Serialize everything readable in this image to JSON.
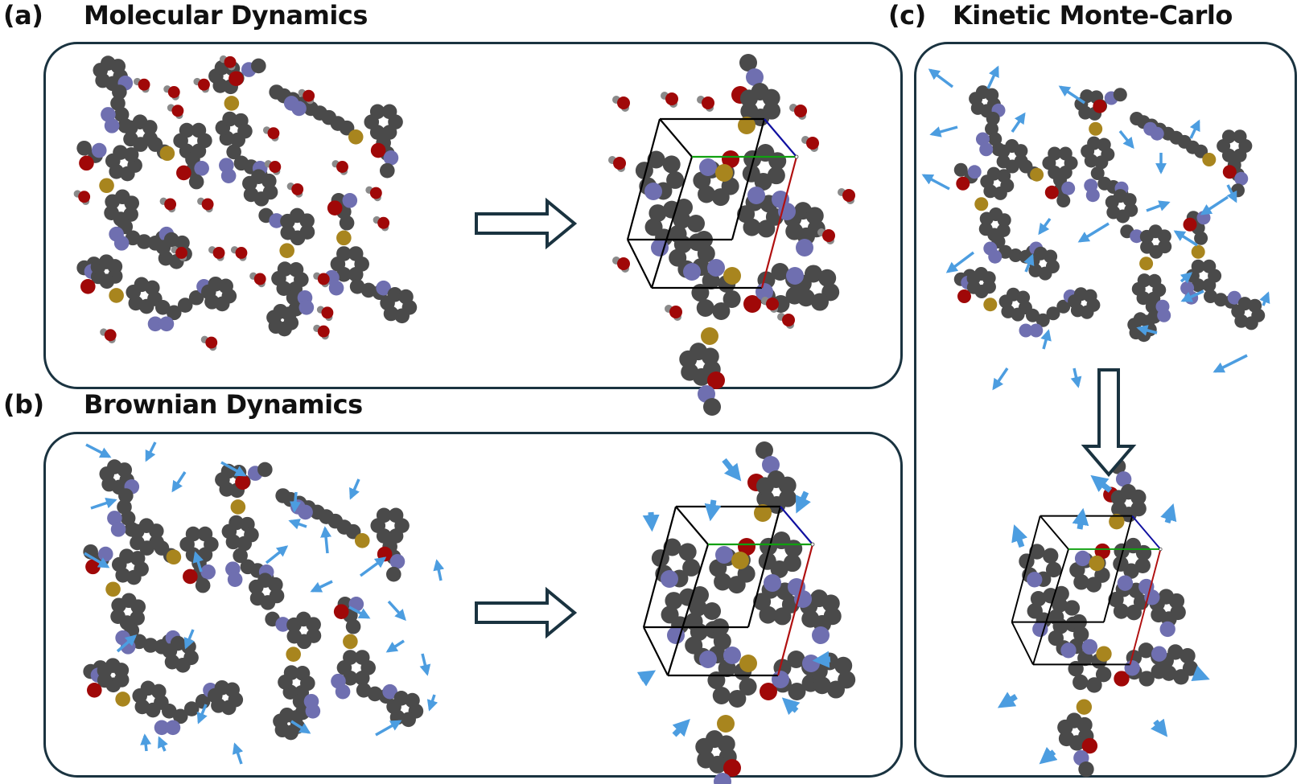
{
  "figure": {
    "panels": [
      {
        "id": "a",
        "letter": "(a)",
        "title": "Molecular Dynamics"
      },
      {
        "id": "b",
        "letter": "(b)",
        "title": "Brownian Dynamics"
      },
      {
        "id": "c",
        "letter": "(c)",
        "title": "Kinetic Monte-Carlo"
      }
    ]
  },
  "legend_colors": {
    "carbon": "#4a4a4a",
    "nitrogen": "#6f6fb0",
    "oxygen": "#a00808",
    "sulfur": "#a8851e",
    "hydrogen": "#8a8a8a",
    "force_arrow": "#4c9de0",
    "transition_arrow": "#1a3340",
    "cell_a_axis": "#b01010",
    "cell_b_axis": "#10a010",
    "cell_c_axis": "#1010a0",
    "cell_edge": "#000000"
  },
  "arrows": {
    "brownian_direction": "inward",
    "kmc_direction": "outward"
  }
}
